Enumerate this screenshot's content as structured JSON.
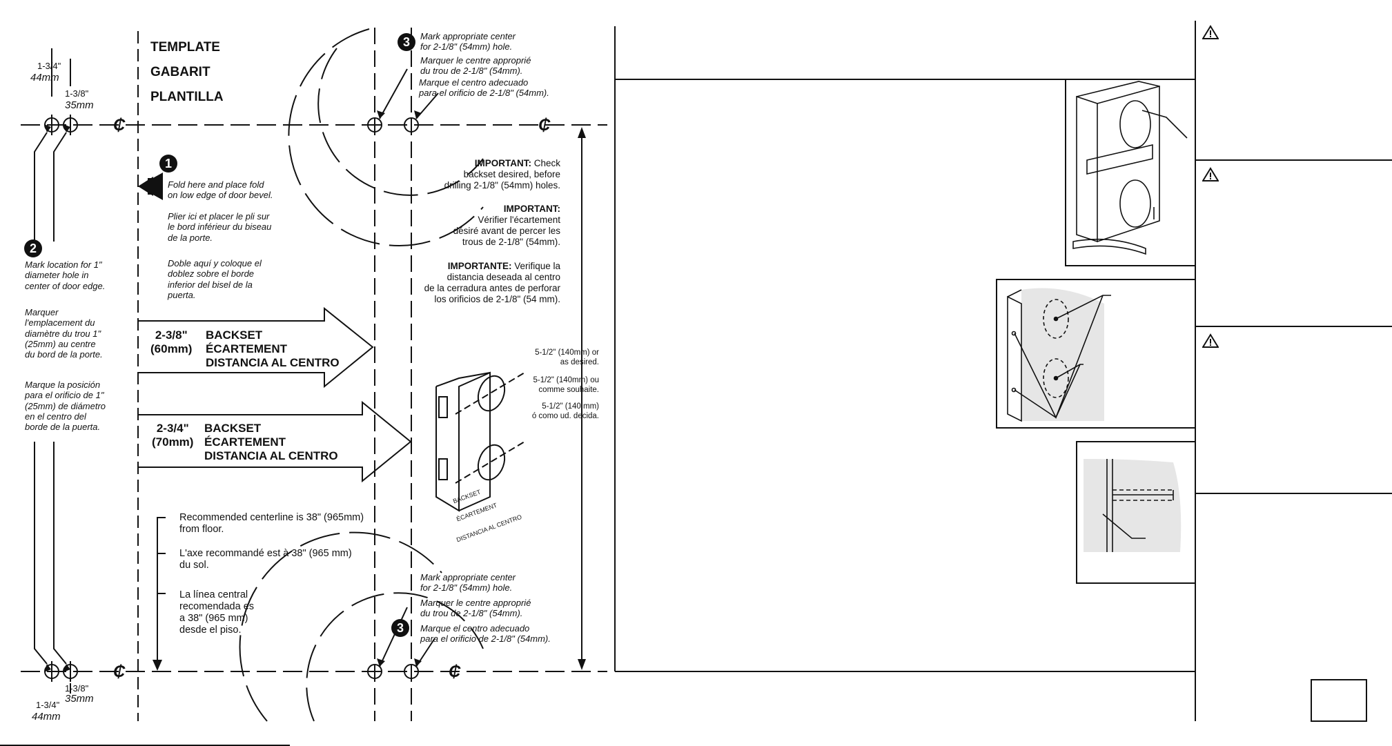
{
  "template": {
    "title_en": "TEMPLATE",
    "title_fr": "GABARIT",
    "title_es": "PLANTILLA"
  },
  "edge": {
    "dim_top_a": "1-3/4\"",
    "dim_top_a_mm": "44mm",
    "dim_top_b": "1-3/8\"",
    "dim_top_b_mm": "35mm",
    "dim_bot_b": "1-3/8\"",
    "dim_bot_b_mm": "35mm",
    "dim_bot_a": "1-3/4\"",
    "dim_bot_a_mm": "44mm",
    "centerline_symbol": "₵"
  },
  "step1": {
    "number": "1",
    "en": "Fold here and place fold\non low edge of door bevel.",
    "fr": "Plier ici et placer le pli sur\nle bord inférieur du biseau\nde la porte.",
    "es": "Doble aquí y coloque el\ndoblez sobre el borde\ninferior del bisel de la\npuerta."
  },
  "step2": {
    "number": "2",
    "en": "Mark location for 1\"\ndiameter hole in\ncenter of door edge.",
    "fr": "Marquer\nl'emplacement du\ndiamètre du trou 1\"\n(25mm) au centre\ndu bord de la porte.",
    "es": "Marque la posición\npara el orificio de 1\"\n(25mm) de diámetro\nen el centro del\nborde de la puerta."
  },
  "step3_top": {
    "number": "3",
    "en": "Mark appropriate center\nfor 2-1/8\" (54mm) hole.",
    "fr": "Marquer le centre approprié\ndu trou de 2-1/8\" (54mm).",
    "es": "Marque el centro adecuado\npara el orificio de 2-1/8\" (54mm)."
  },
  "step3_bottom": {
    "number": "3",
    "en": "Mark appropriate center\nfor 2-1/8\" (54mm) hole.",
    "fr": "Marquer le centre approprié\ndu trou de 2-1/8\" (54mm).",
    "es": "Marque el centro adecuado\npara el orificio de 2-1/8\" (54mm)."
  },
  "important": {
    "en_label": "IMPORTANT:",
    "en_text": " Check\nbackset desired, before\ndrilling 2-1/8\" (54mm) holes.",
    "fr_label": "IMPORTANT:",
    "fr_text": "\nVérifier l'écartement\ndésiré avant de percer les\ntrous de 2-1/8\" (54mm).",
    "es_label": "IMPORTANTE:",
    "es_text": " Verifique la\ndistancia deseada al centro\nde la cerradura antes de perforar\nlos orificios de 2-1/8\" (54 mm)."
  },
  "backset60": {
    "size": "2-3/8\"\n(60mm)",
    "labels": "BACKSET\nÉCARTEMENT\nDISTANCIA AL CENTRO"
  },
  "backset70": {
    "size": "2-3/4\"\n(70mm)",
    "labels": "BACKSET\nÉCARTEMENT\nDISTANCIA AL CENTRO"
  },
  "spacing": {
    "en": "5-1/2\" (140mm) or\nas desired.",
    "fr": "5-1/2\" (140mm) ou\ncomme souhaite.",
    "es": "5-1/2\" (140 mm)\nó como ud. decida."
  },
  "door_figure": {
    "backset": "BACKSET",
    "ecartement": "ÉCARTEMENT",
    "distancia": "DISTANCIA AL CENTRO"
  },
  "centerline": {
    "en": "Recommended centerline is 38\" (965mm)\nfrom floor.",
    "fr": "L'axe recommandé est à 38\" (965 mm)\ndu sol.",
    "es": "La línea central\nrecomendada es\na 38\" (965 mm)\ndesde el piso."
  },
  "colors": {
    "ink": "#111111",
    "door_shade": "#e6e6e6"
  }
}
